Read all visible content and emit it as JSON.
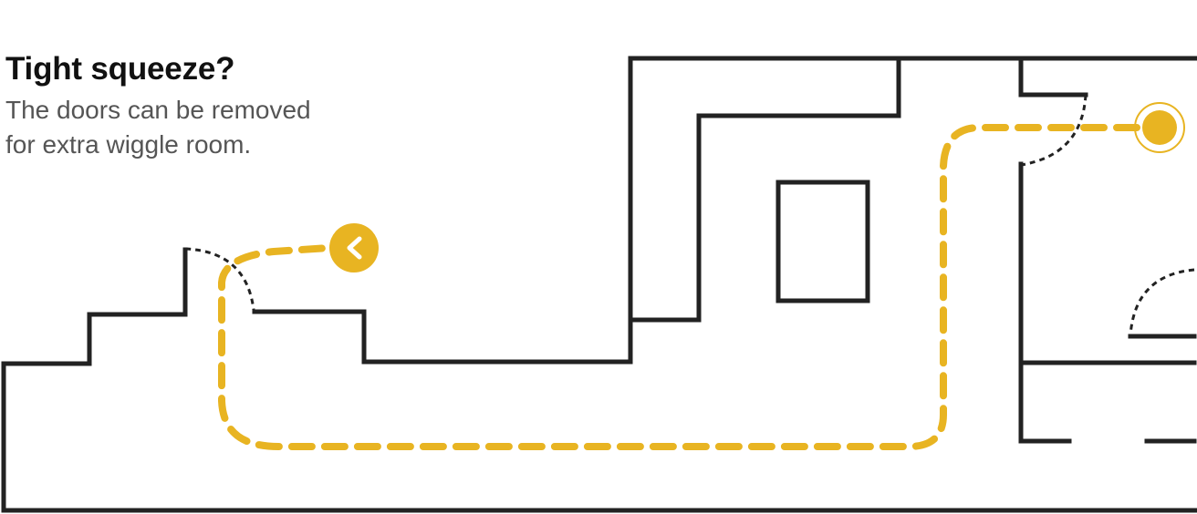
{
  "caption": {
    "title": "Tight squeeze?",
    "body_line1": "The doors can be removed",
    "body_line2": "for extra wiggle room."
  },
  "colors": {
    "wall": "#222222",
    "route": "#E8B422",
    "text_title": "#111111",
    "text_body": "#555555",
    "background": "#FFFFFF"
  },
  "icons": {
    "start": "target-dot-icon",
    "end": "chevron-left-icon"
  }
}
